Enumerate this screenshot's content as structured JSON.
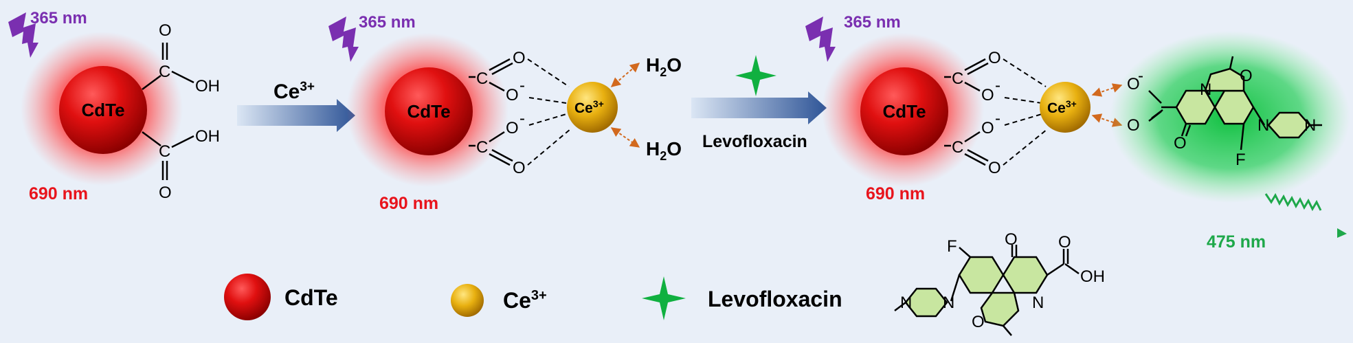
{
  "excitation": "365 nm",
  "emission_red": "690 nm",
  "emission_green": "475 nm",
  "cdte": "CdTe",
  "ce_base": "Ce",
  "ce_charge": "3+",
  "levofloxacin": "Levofloxacin",
  "water_h": "H",
  "water_sub": "2",
  "water_o": "O",
  "atoms": {
    "O": "O",
    "OH": "OH",
    "C": "C",
    "N": "N",
    "F": "F",
    "Ominus": "O",
    "minus": "-"
  },
  "colors": {
    "red_emission": "#e8141c",
    "green_emission": "#1ea84a",
    "excitation": "#7a2fb0",
    "arrow": "#2f5597",
    "dashed_arrow": "#d2691e",
    "drug_fill": "#c8e6a0"
  }
}
